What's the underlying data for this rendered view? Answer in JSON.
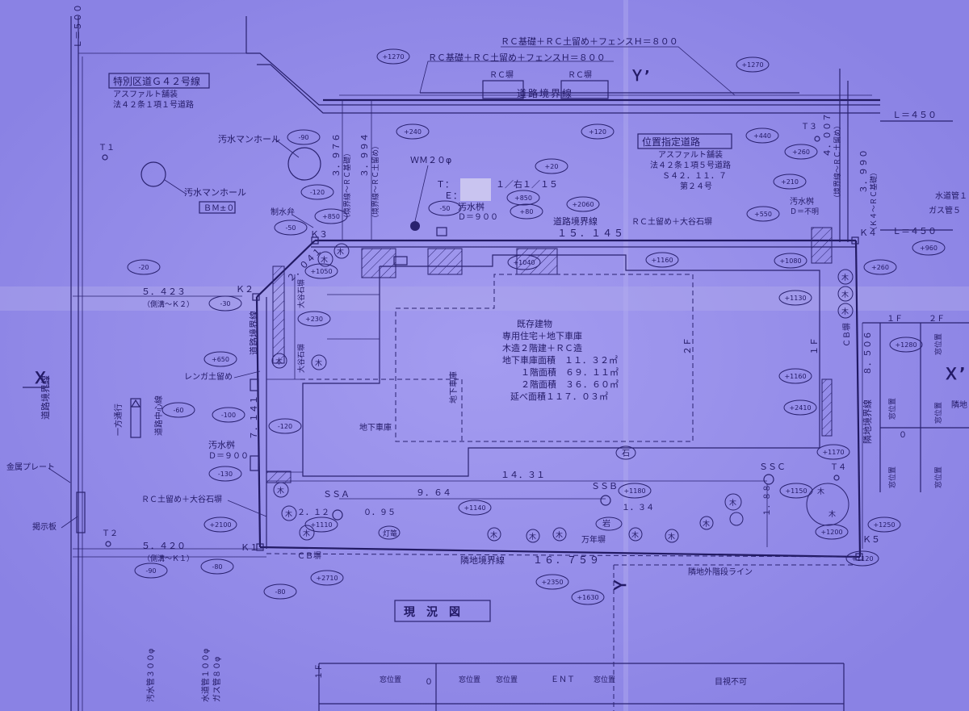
{
  "road_left": {
    "name": "特別区道Ｇ４２号線",
    "pave": "アスファルト舗装",
    "law": "法４２条１項１号道路"
  },
  "road_right": {
    "name": "位置指定道路",
    "pave": "アスファルト舗装",
    "law": "法４２条１項５号道路",
    "date": "Ｓ４２．１１．７",
    "no": "第２４号"
  },
  "fence_top": "ＲＣ基礎＋ＲＣ土留め＋フェンスＨ＝８００",
  "fence_top2": "ＲＣ基礎＋ＲＣ土留め＋フェンスＨ＝８００",
  "rc_wall": "ＲＣ塀",
  "road_boundary": "道路境界線",
  "road_boundary_left": "道路境界線",
  "site_boundary_right": "隣地境界線",
  "site_boundary_bottom": "隣地境界線",
  "rc_oya": "ＲＣ土留め＋大谷石塀",
  "rc_oya_left": "ＲＣ土留め＋大谷石塀",
  "sewer_manhole_1": "汚水マンホール",
  "sewer_manhole_2": "汚水マンホール",
  "bm": "ＢＭ±０",
  "sluice": "制水弁",
  "wm": "ＷＭ２０φ",
  "tp_t": "Ｔ：",
  "tp_t_val": "１／右１／１５",
  "tp_e": "Ｅ：",
  "sewer_pit": "汚水桝",
  "sewer_pit_d": "Ｄ＝９００",
  "sewer_pit_left": "汚水桝",
  "sewer_pit_left_d": "Ｄ＝９００",
  "sewer_pit_right": "汚水桝",
  "sewer_pit_right_d": "Ｄ＝不明",
  "brick": "レンガ土留め",
  "oneway": "一方通行",
  "road_center": "道路中心線",
  "metal_plate": "金属プレート",
  "notice_board": "掲示板",
  "cb_wall": "ＣＢ塀",
  "cb_wall_right": "ＣＢ塀",
  "stair_line": "隣地外階段ライン",
  "title": "現　況　図",
  "building": {
    "l1": "既存建物",
    "l2": "専用住宅＋地下車庫",
    "l3": "木造２階建＋ＲＣ造",
    "l4": "地下車庫面積　１１．３２㎡",
    "l5": "１階面積　６９．１１㎡",
    "l6": "２階面積　３６．６０㎡",
    "l7": "延べ面積１１７．０３㎡"
  },
  "garage_1": "地下車庫",
  "garage_2": "地下車庫",
  "floor_2f": "２Ｆ",
  "floor_1f": "１Ｆ",
  "stone": "石",
  "rock": "岩",
  "manneng": "万年塀",
  "lantern": "灯篭",
  "tree": "木",
  "oya_1": "大谷石塀",
  "oya_2": "大谷石塀",
  "boundary_info": {
    "k3_k2_a": "３．９７６",
    "k3_k2_a_note": "（境界線～ＲＣ基礎）",
    "k3_k2_b": "３．９９４",
    "k3_k2_b_note": "（境界線～ＲＣ土留め）",
    "right_a": "４．００７",
    "right_a_note": "（境界線～ＲＣ土留め）",
    "right_b": "３．９９０",
    "right_b_note": "（Ｋ４～ＲＣ基礎）"
  },
  "dims": {
    "top": "１５．１４５",
    "k3k2": "２．０４１",
    "left_mid": "５．４２３",
    "left_mid_note": "（側溝～Ｋ２）",
    "left_side": "７．１４１",
    "left_bottom": "５．４２０",
    "left_bottom_note": "（側溝～Ｋ１）",
    "inner": "１４．３１",
    "ssa_ssb": "９．６４",
    "ssa_left": "２．１２",
    "ssa_right": "０．９５",
    "ssb": "１．３４",
    "ssc": "１．８８",
    "bottom": "１６．７５９",
    "right": "８．５０６"
  },
  "l_top": "Ｌ＝５００",
  "l_right_1": "Ｌ＝４５０",
  "l_right_2": "Ｌ＝４５０",
  "points": {
    "k1": "Ｋ１",
    "k2": "Ｋ２",
    "k3": "Ｋ３",
    "k4": "Ｋ４",
    "k5": "Ｋ５",
    "t1": "Ｔ１",
    "t2": "Ｔ２",
    "t3": "Ｔ３",
    "t4": "Ｔ４",
    "ssa": "ＳＳＡ",
    "ssb": "ＳＳＢ",
    "ssc": "ＳＳＣ"
  },
  "section_x": "Ｘ",
  "section_x2": "Ｘ’",
  "section_y": "Ｙ",
  "section_y2": "Ｙ’",
  "right_labels": {
    "water": "水道管１",
    "gas": "ガス管５",
    "rinchi": "隣地",
    "f1": "１Ｆ",
    "f2": "２Ｆ",
    "zero": "０",
    "win": "窓位置"
  },
  "bottom_pipes": {
    "sewer": "汚水管３００φ",
    "water": "水道管１００φ",
    "gas": "ガス管８０φ"
  },
  "elevation": {
    "f1": "１Ｆ",
    "zero": "０",
    "win": "窓位置",
    "ent": "ＥＮＴ",
    "mushi": "目視不可"
  },
  "heights": {
    "h1270a": "+1270",
    "h1270b": "+1270",
    "h240": "+240",
    "h120": "+120",
    "h440": "+440",
    "hm90": "-90",
    "hm120": "-120",
    "h850a": "+850",
    "hm50a": "-50",
    "hm50b": "-50",
    "h20": "+20",
    "h850b": "+850",
    "h2060": "+2060",
    "h80": "+80",
    "h260": "+260",
    "h210": "+210",
    "h550": "+550",
    "h1040": "+1040",
    "h1160": "+1160",
    "h1080": "+1080",
    "h260b": "+260",
    "h960": "+960",
    "hm20": "-20",
    "h1050": "+1050",
    "hm30": "-30",
    "h230": "+230",
    "h650": "+650",
    "hm100": "-100",
    "hm60": "-60",
    "hm120b": "-120",
    "hm130": "-130",
    "h1130": "+1130",
    "h1280": "+1280",
    "h1160b": "+1160",
    "h2410": "+2410",
    "h1170": "+1170",
    "h1180": "+1180",
    "h1150": "+1150",
    "h1140": "+1140",
    "h1110": "+1110",
    "h2100": "+2100",
    "h1200": "+1200",
    "h1250": "+1250",
    "h1120": "+1120",
    "h2710": "+2710",
    "h2350": "+2350",
    "h1630": "+1630",
    "hm90b": "-90",
    "hm80": "-80",
    "hm80b": "-80"
  }
}
